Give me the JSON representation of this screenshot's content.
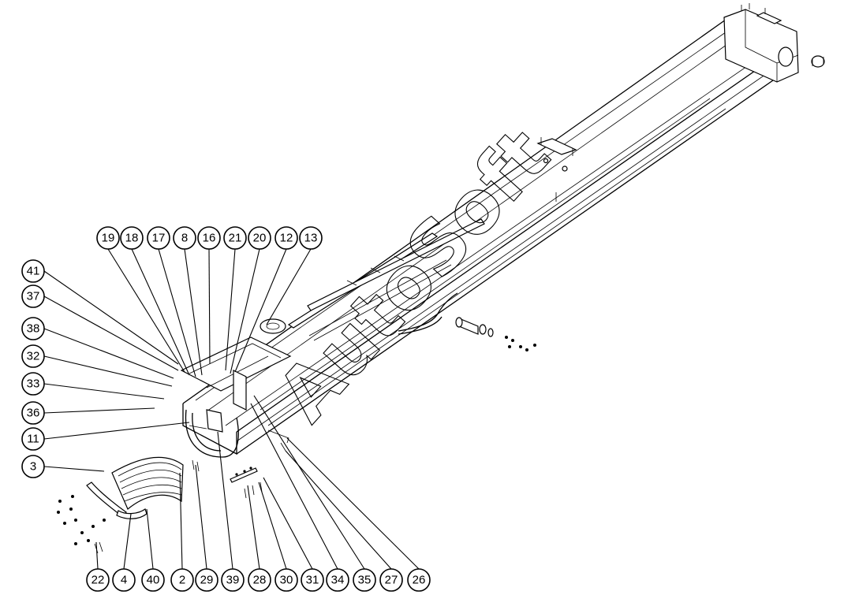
{
  "watermark": "AutoSoft",
  "callouts": [
    {
      "id": "c19",
      "label": "19"
    },
    {
      "id": "c18",
      "label": "18"
    },
    {
      "id": "c17",
      "label": "17"
    },
    {
      "id": "c8",
      "label": "8"
    },
    {
      "id": "c16",
      "label": "16"
    },
    {
      "id": "c21",
      "label": "21"
    },
    {
      "id": "c20",
      "label": "20"
    },
    {
      "id": "c12",
      "label": "12"
    },
    {
      "id": "c13",
      "label": "13"
    },
    {
      "id": "c41",
      "label": "41"
    },
    {
      "id": "c37",
      "label": "37"
    },
    {
      "id": "c38",
      "label": "38"
    },
    {
      "id": "c32",
      "label": "32"
    },
    {
      "id": "c33",
      "label": "33"
    },
    {
      "id": "c36",
      "label": "36"
    },
    {
      "id": "c11",
      "label": "11"
    },
    {
      "id": "c3",
      "label": "3"
    },
    {
      "id": "c22",
      "label": "22"
    },
    {
      "id": "c4",
      "label": "4"
    },
    {
      "id": "c40",
      "label": "40"
    },
    {
      "id": "c2",
      "label": "2"
    },
    {
      "id": "c29",
      "label": "29"
    },
    {
      "id": "c39",
      "label": "39"
    },
    {
      "id": "c28",
      "label": "28"
    },
    {
      "id": "c30",
      "label": "30"
    },
    {
      "id": "c31",
      "label": "31"
    },
    {
      "id": "c34",
      "label": "34"
    },
    {
      "id": "c35",
      "label": "35"
    },
    {
      "id": "c27",
      "label": "27"
    },
    {
      "id": "c26",
      "label": "26"
    }
  ]
}
